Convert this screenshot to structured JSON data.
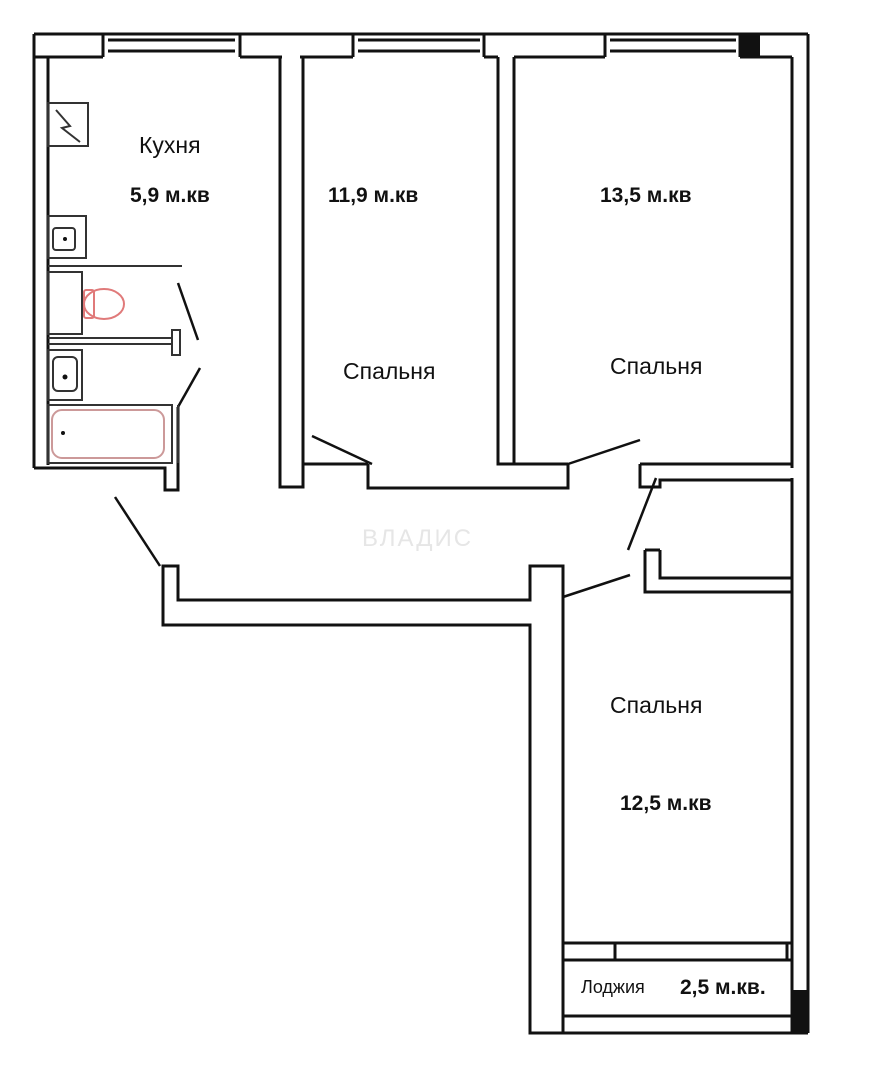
{
  "rooms": {
    "kitchen": {
      "name": "Кухня",
      "area": "5,9 м.кв"
    },
    "bedroom_1": {
      "name": "Спальня",
      "area": "11,9 м.кв"
    },
    "bedroom_2": {
      "name": "Спальня",
      "area": "13,5 м.кв"
    },
    "bedroom_3": {
      "name": "Спальня",
      "area": "12,5 м.кв"
    },
    "loggia": {
      "name": "Лоджия",
      "area": "2,5 м.кв."
    }
  },
  "watermark": "ВЛАДИС",
  "colors": {
    "wall": "#111111",
    "fixture": "#333333",
    "toilet": "#e07a7a"
  }
}
